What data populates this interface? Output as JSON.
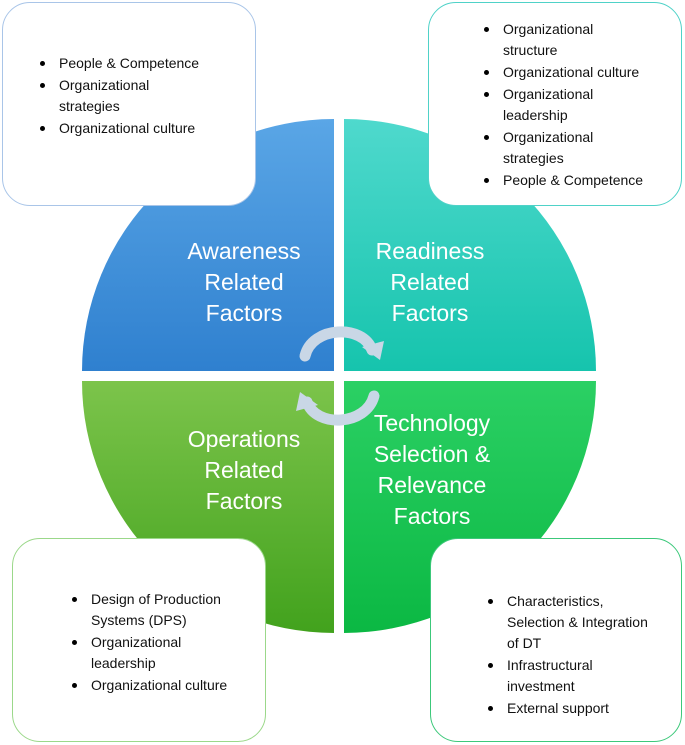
{
  "colors": {
    "awareness": "#3a8fd8",
    "readiness": "#2ccfbf",
    "operations": "#58b52e",
    "technology": "#12c04e",
    "callout_blue_border": "#a9c5e8",
    "callout_teal_border": "#4fd2c8",
    "callout_green_border": "#9bd88a",
    "callout_emerald_border": "#3cc87a",
    "cycle_arrow": "#b8cce0"
  },
  "quadrants": {
    "awareness": {
      "label_lines": [
        "Awareness",
        "Related",
        "Factors"
      ]
    },
    "readiness": {
      "label_lines": [
        "Readiness",
        "Related",
        "Factors"
      ]
    },
    "operations": {
      "label_lines": [
        "Operations",
        "Related",
        "Factors"
      ]
    },
    "technology": {
      "label_lines": [
        "Technology",
        "Selection &",
        "Relevance",
        "Factors"
      ]
    }
  },
  "callouts": {
    "awareness": {
      "items": [
        [
          "People & Competence"
        ],
        [
          "Organizational",
          "strategies"
        ],
        [
          "Organizational culture"
        ]
      ]
    },
    "readiness": {
      "items": [
        [
          "Organizational",
          "structure"
        ],
        [
          "Organizational culture"
        ],
        [
          "Organizational",
          "leadership"
        ],
        [
          "Organizational",
          "strategies"
        ],
        [
          "People & Competence"
        ]
      ]
    },
    "operations": {
      "items": [
        [
          "Design of Production",
          "Systems (DPS)"
        ],
        [
          "Organizational",
          "leadership"
        ],
        [
          "Organizational culture"
        ]
      ]
    },
    "technology": {
      "items": [
        [
          "Characteristics,",
          "Selection & Integration",
          "of DT"
        ],
        [
          "Infrastructural",
          "investment"
        ],
        [
          "External support"
        ]
      ]
    }
  },
  "cycle_icon": "circular-arrows-icon"
}
